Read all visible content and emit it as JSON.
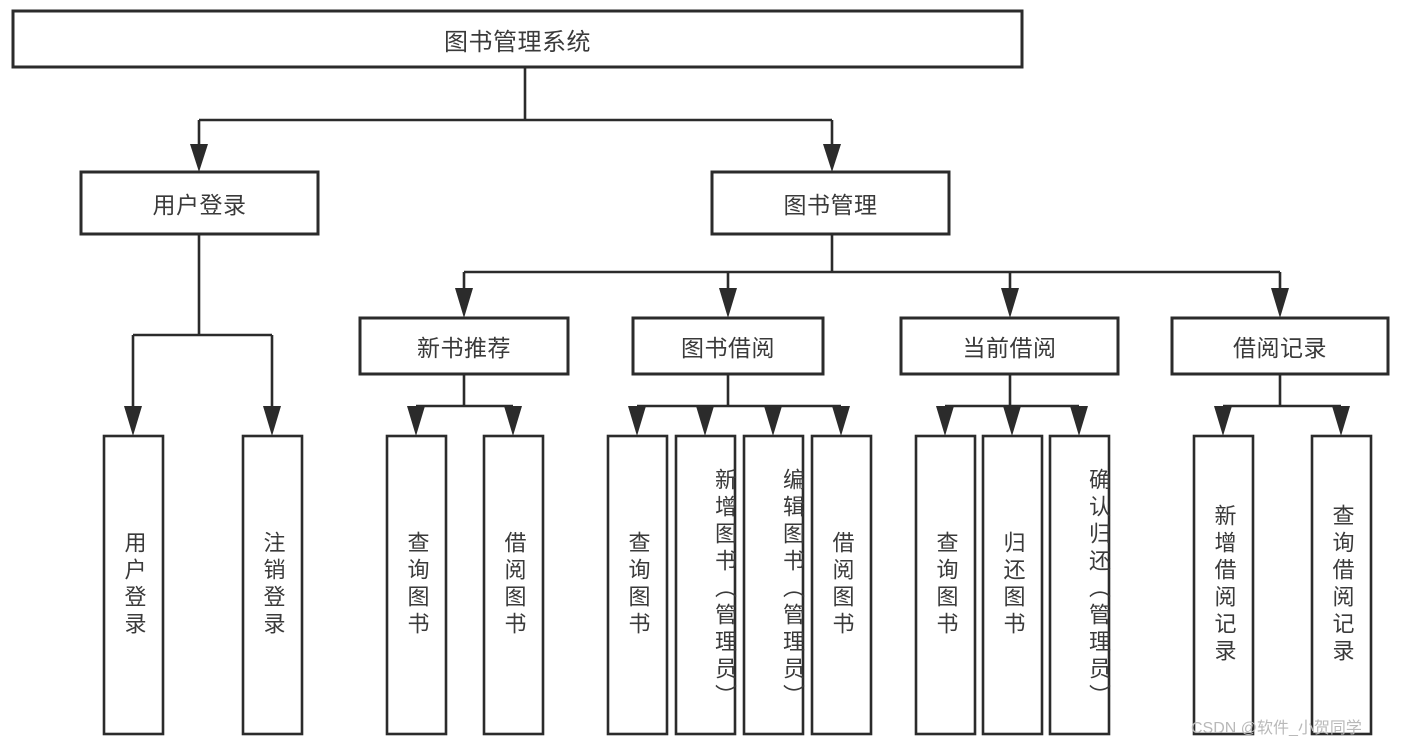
{
  "diagram": {
    "title": "图书管理系统",
    "type": "tree-hierarchy",
    "colors": {
      "background": "#ffffff",
      "box_stroke": "#2b2b2b",
      "box_fill": "#ffffff",
      "text": "#3a3a3a",
      "connector": "#2b2b2b",
      "watermark": "#b9b9b9"
    },
    "root": {
      "label": "图书管理系统"
    },
    "level2": [
      {
        "id": "user-login",
        "label": "用户登录"
      },
      {
        "id": "book-manage",
        "label": "图书管理"
      }
    ],
    "level3": [
      {
        "id": "new-book-recommend",
        "label": "新书推荐"
      },
      {
        "id": "book-borrow",
        "label": "图书借阅"
      },
      {
        "id": "current-borrow",
        "label": "当前借阅"
      },
      {
        "id": "borrow-record",
        "label": "借阅记录"
      }
    ],
    "leaves": {
      "user-login": [
        {
          "id": "leaf-user-login",
          "label": "用户登录",
          "align": "center"
        },
        {
          "id": "leaf-logout",
          "label": "注销登录",
          "align": "center"
        }
      ],
      "new-book-recommend": [
        {
          "id": "leaf-query-book-1",
          "label": "查询图书",
          "align": "center"
        },
        {
          "id": "leaf-borrow-book-1",
          "label": "借阅图书",
          "align": "center"
        }
      ],
      "book-borrow": [
        {
          "id": "leaf-query-book-2",
          "label": "查询图书",
          "align": "center"
        },
        {
          "id": "leaf-add-book",
          "label": "新增图书（管理员）",
          "align": "top"
        },
        {
          "id": "leaf-edit-book",
          "label": "编辑图书（管理员）",
          "align": "top"
        },
        {
          "id": "leaf-borrow-book-2",
          "label": "借阅图书",
          "align": "center"
        }
      ],
      "current-borrow": [
        {
          "id": "leaf-query-book-3",
          "label": "查询图书",
          "align": "center"
        },
        {
          "id": "leaf-return-book",
          "label": "归还图书",
          "align": "center"
        },
        {
          "id": "leaf-confirm-return",
          "label": "确认归还（管理员）",
          "align": "top"
        }
      ],
      "borrow-record": [
        {
          "id": "leaf-add-record",
          "label": "新增借阅记录",
          "align": "center"
        },
        {
          "id": "leaf-query-record",
          "label": "查询借阅记录",
          "align": "center"
        }
      ]
    },
    "watermark": "CSDN @软件_小贺同学"
  }
}
